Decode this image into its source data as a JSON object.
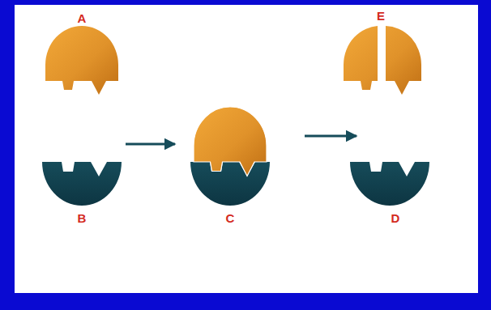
{
  "diagram": {
    "labels": [
      "A",
      "E",
      "B",
      "C",
      "D"
    ]
  }
}
